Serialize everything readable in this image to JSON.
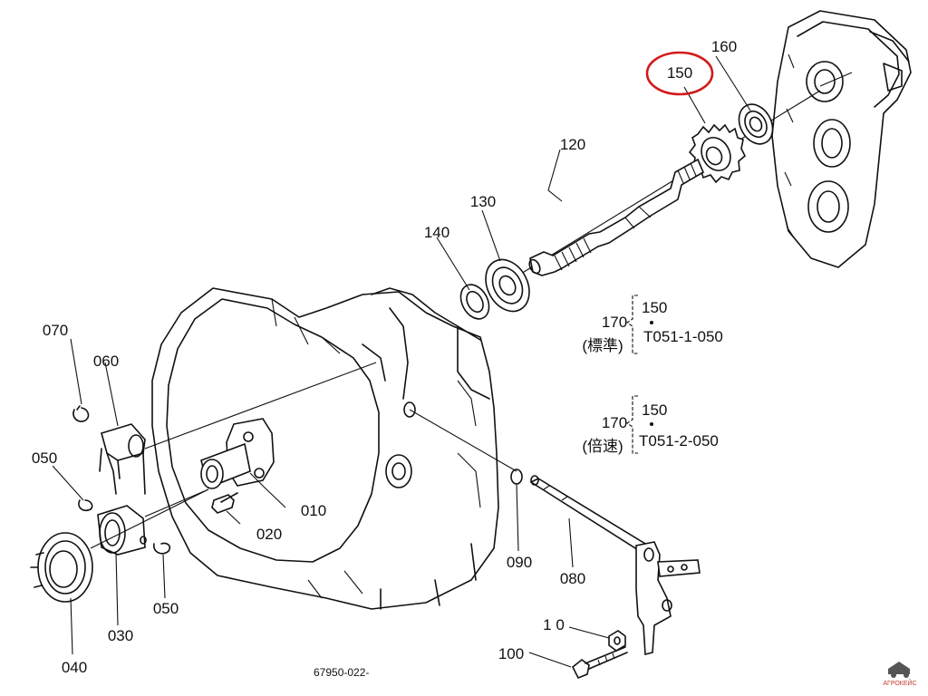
{
  "labels": {
    "p150": "150",
    "p160": "160",
    "p120": "120",
    "p130": "130",
    "p140": "140",
    "p070": "070",
    "p060": "060",
    "p050a": "050",
    "p050b": "050",
    "p010": "010",
    "p020": "020",
    "p030": "030",
    "p040": "040",
    "p090": "090",
    "p080": "080",
    "p10": "1 0",
    "p100": "100"
  },
  "legend_standard": {
    "ref": "170",
    "part": "150",
    "code": "T051-1-050",
    "note": "(標準)"
  },
  "legend_double": {
    "ref": "170",
    "part": "150",
    "code": "T051-2-050",
    "note": "(倍速)"
  },
  "drawing_code": "67950-022-",
  "logo_text": "АГРОКЕЙС",
  "colors": {
    "highlight": "#d11a1a",
    "line": "#111111"
  }
}
